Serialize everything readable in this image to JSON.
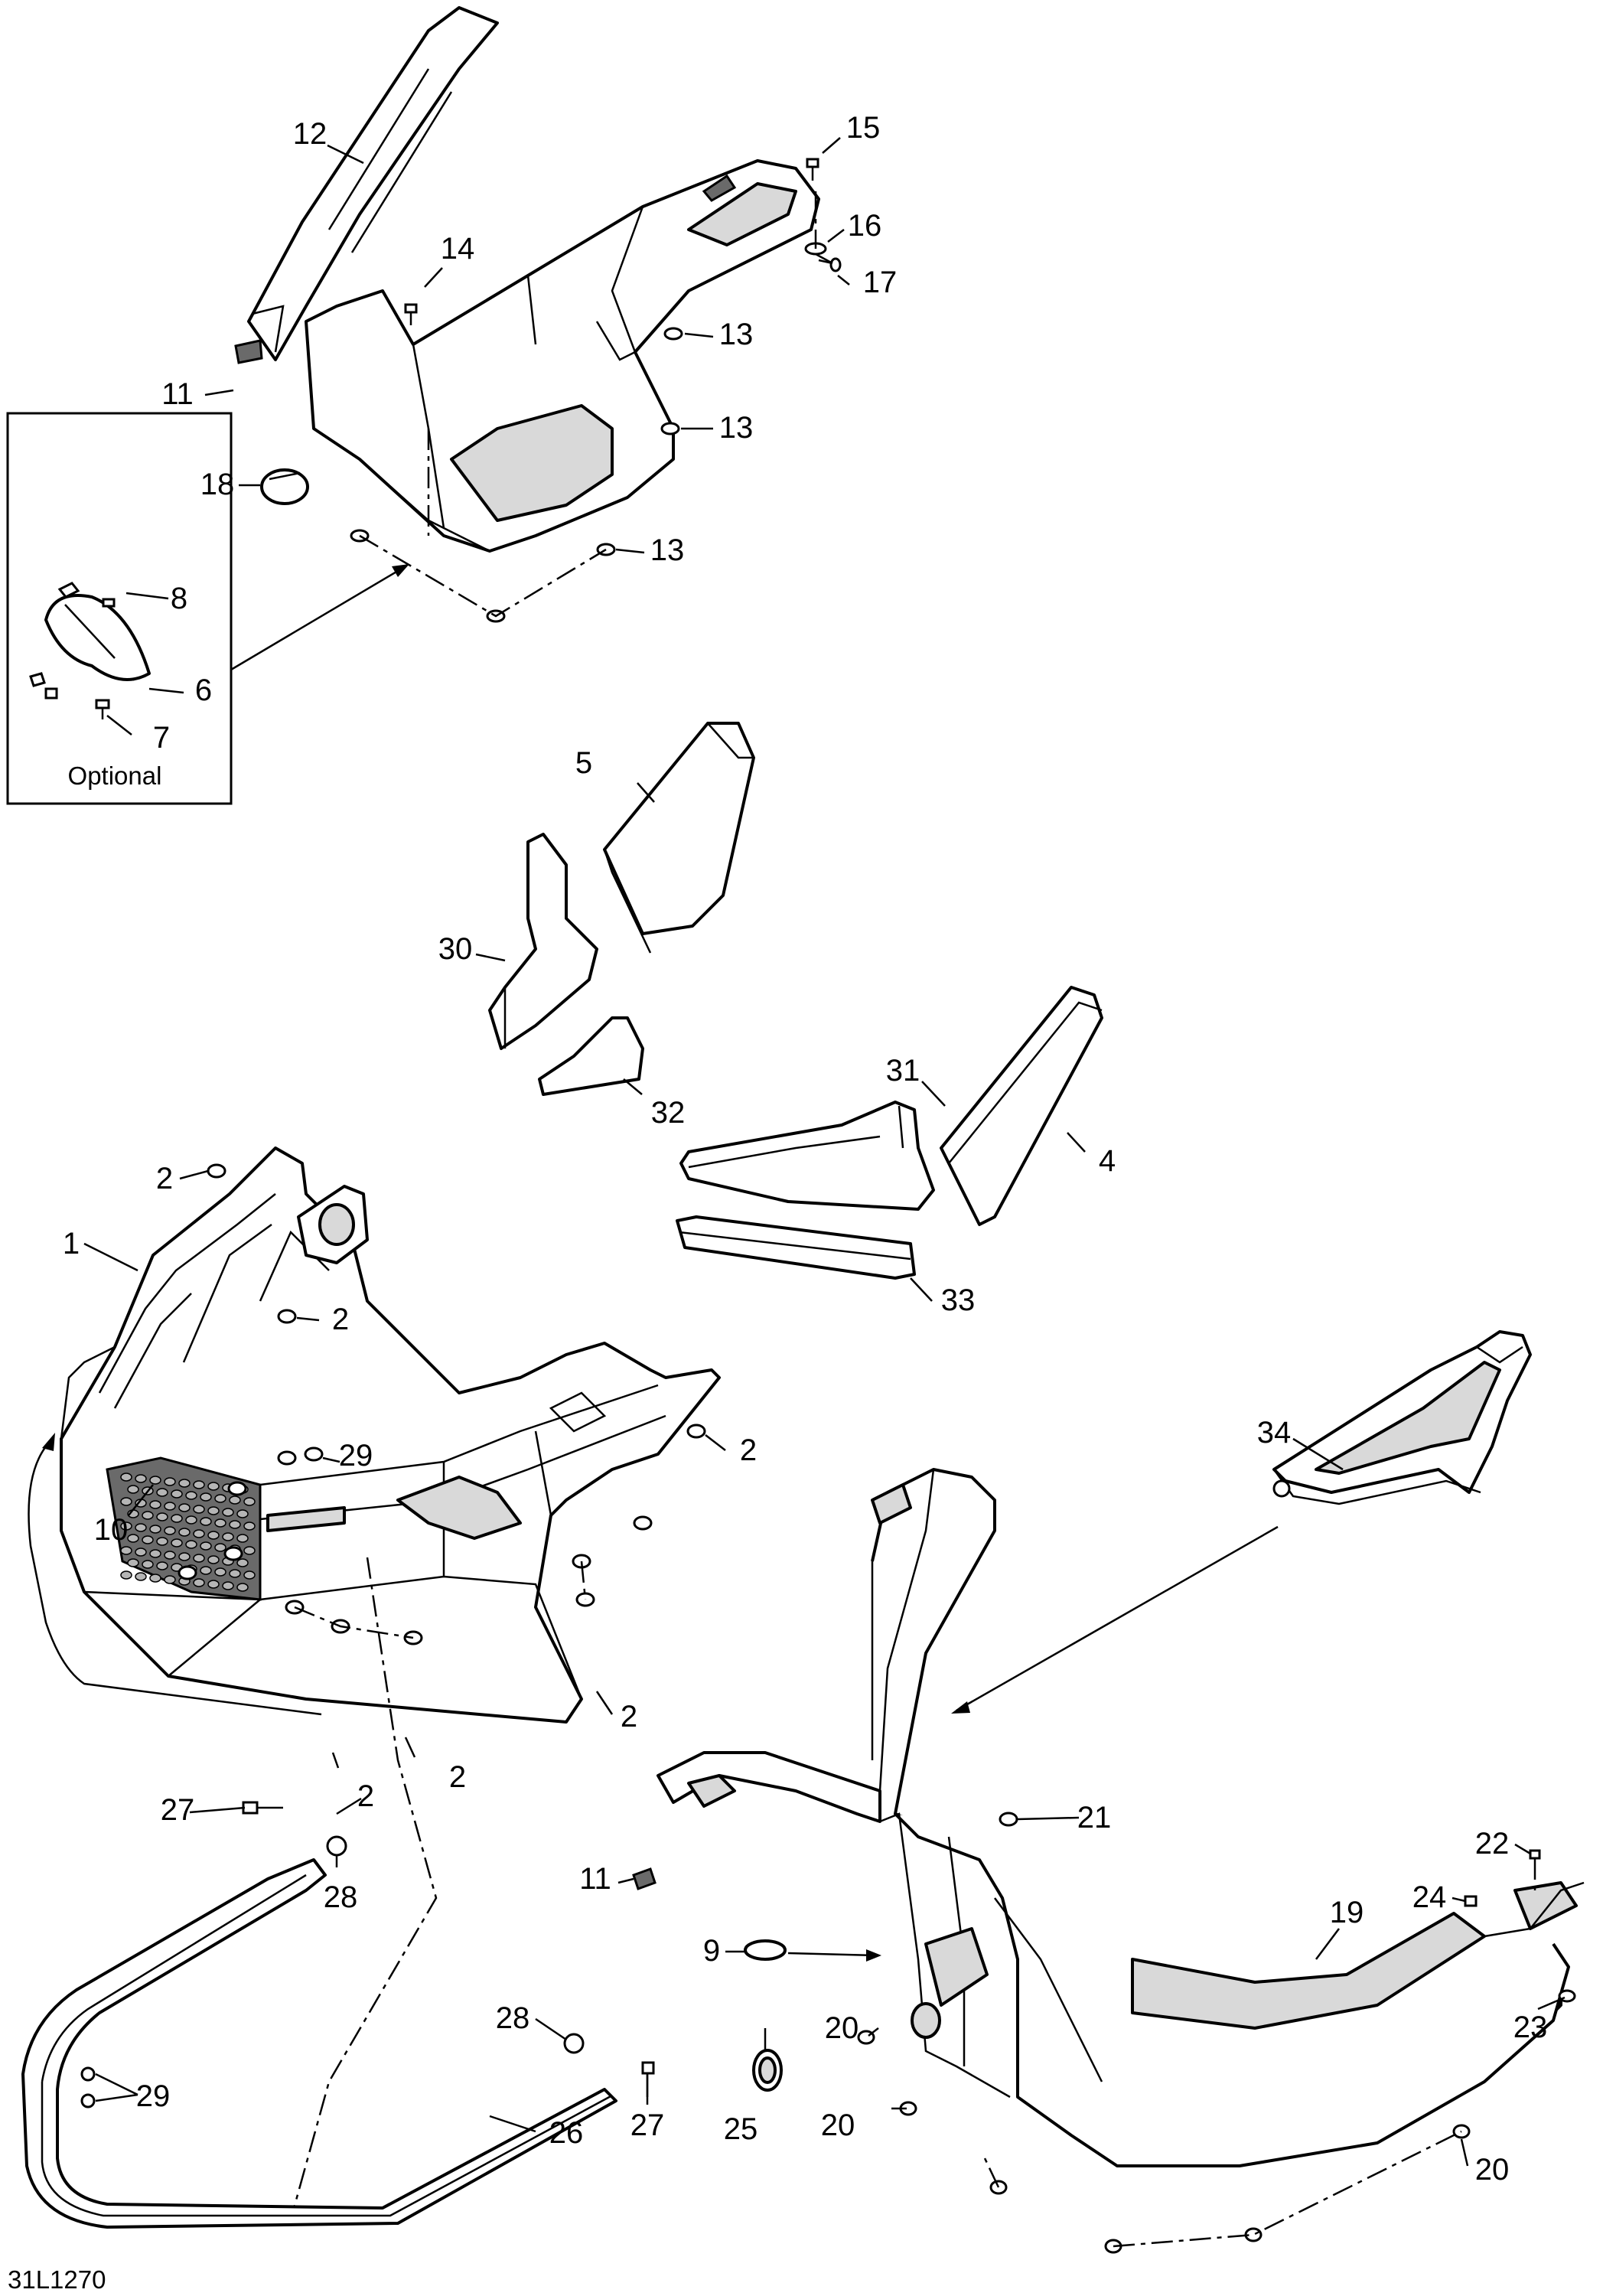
{
  "diagram_ref": "31L1270",
  "inset_label": "Optional",
  "callouts": {
    "c1": "1",
    "c2a": "2",
    "c2b": "2",
    "c2c": "2",
    "c2d": "2",
    "c2e": "2",
    "c2f": "2",
    "c4": "4",
    "c5": "5",
    "c6": "6",
    "c7": "7",
    "c8": "8",
    "c9": "9",
    "c10": "10",
    "c11a": "11",
    "c11b": "11",
    "c12": "12",
    "c13a": "13",
    "c13b": "13",
    "c13c": "13",
    "c14": "14",
    "c15": "15",
    "c16": "16",
    "c17": "17",
    "c18": "18",
    "c19": "19",
    "c20a": "20",
    "c20b": "20",
    "c20c": "20",
    "c21": "21",
    "c22": "22",
    "c23": "23",
    "c24": "24",
    "c25": "25",
    "c26": "26",
    "c27a": "27",
    "c27b": "27",
    "c28a": "28",
    "c28b": "28",
    "c29a": "29",
    "c29b": "29",
    "c30": "30",
    "c31": "31",
    "c32": "32",
    "c33": "33",
    "c34": "34"
  }
}
